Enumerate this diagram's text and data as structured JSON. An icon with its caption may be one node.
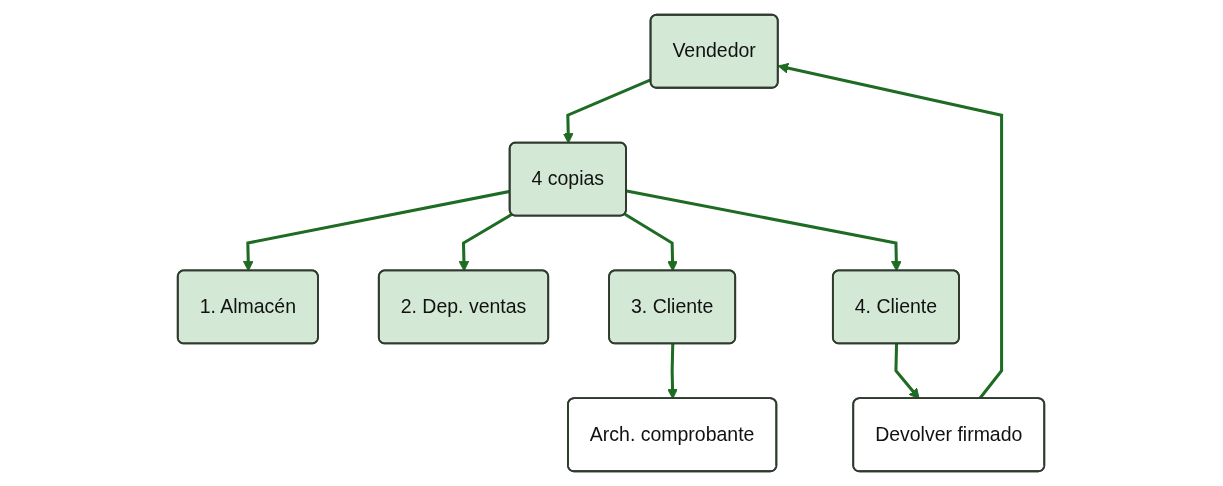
{
  "diagram": {
    "nodes": [
      {
        "text": [
          "Vendedor"
        ]
      },
      {
        "text": [
          "Devolver firmado"
        ]
      },
      {
        "text": [
          "4 copias"
        ]
      },
      {
        "text": [
          "1. Almacén"
        ]
      },
      {
        "text": [
          "2. Dep. ventas"
        ]
      },
      {
        "text": [
          "3. Cliente"
        ]
      },
      {
        "text": [
          "4. Cliente"
        ]
      },
      {
        "text": [
          "Arch. comprobante"
        ]
      }
    ],
    "edges": [
      {
        "from": 0,
        "to": 2,
        "arrow": "to"
      },
      {
        "from": 2,
        "to": 3,
        "arrow": "to"
      },
      {
        "from": 2,
        "to": 4,
        "arrow": "to"
      },
      {
        "from": 2,
        "to": 5,
        "arrow": "to"
      },
      {
        "from": 2,
        "to": 6,
        "arrow": "to"
      },
      {
        "from": 5,
        "to": 7,
        "arrow": "to"
      },
      {
        "from": 6,
        "to": 1,
        "arrow": "to"
      },
      {
        "from": 1,
        "to": 0,
        "arrow": "to"
      }
    ]
  }
}
